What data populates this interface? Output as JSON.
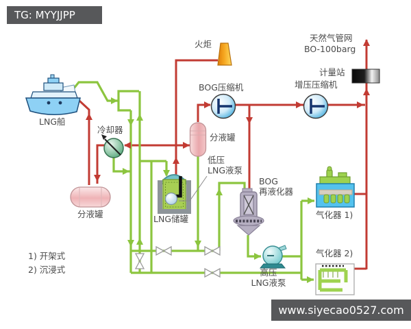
{
  "watermarks": {
    "top_left": "TG: MYYJJPP",
    "bottom_right": "www.siyecao0527.com"
  },
  "diagram": {
    "labels": {
      "flare": "火炬",
      "pipeline_line1": "天然气管网",
      "pipeline_line2": "BO-100barg",
      "metering_station": "计量站",
      "booster_compressor": "增压压缩机",
      "bog_compressor": "BOG压缩机",
      "ship": "LNG船",
      "cooler": "冷却器",
      "separator_vertical": "分液罐",
      "lp_pump_line1": "低压",
      "lp_pump_line2": "LNG液泵",
      "separator_horizontal": "分液罐",
      "storage_tank": "LNG储罐",
      "reliquefier_line1": "BOG",
      "reliquefier_line2": "再液化器",
      "vaporizer1": "气化器 1)",
      "vaporizer2": "气化器 2)",
      "hp_pump_line1": "高压",
      "hp_pump_line2": "LNG液泵"
    },
    "legend": {
      "item1": "1) 开架式",
      "item2": "2) 沉浸式"
    },
    "colors": {
      "liquid_pipe_green": "#8cc53f",
      "gas_pipe_red": "#c23b33",
      "vessel_pink": "#efb3b6",
      "equipment_blue": "#45aede",
      "tank_interior_green": "#a8cf54",
      "flare_orange": "#f6a61f",
      "banner_gray": "#57585a"
    }
  }
}
